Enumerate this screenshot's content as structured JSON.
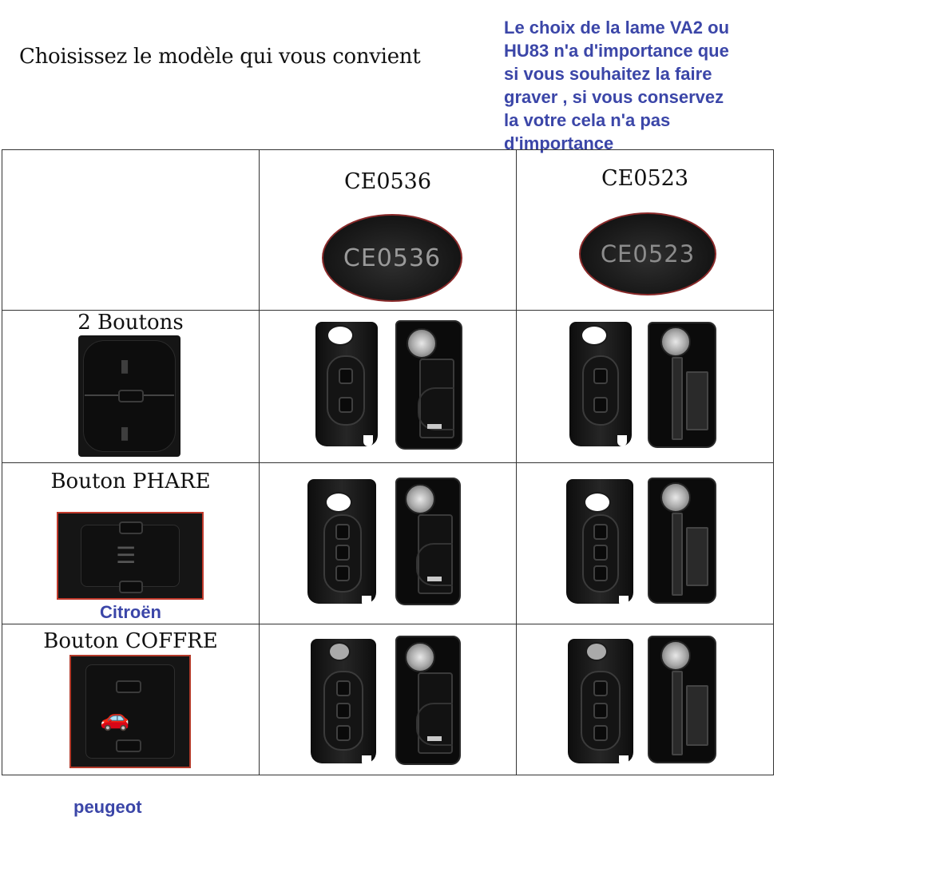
{
  "heading": "Choisissez le modèle qui vous convient",
  "note_lines": [
    "Le choix de la lame VA2 ou",
    "HU83 n'a d'importance que",
    "si vous souhaitez la faire",
    "graver , si vous conservez",
    "la votre cela n'a pas",
    "d'importance"
  ],
  "models": [
    {
      "title": "CE0536",
      "badge_text": "CE0536"
    },
    {
      "title": "CE0523",
      "badge_text": "CE0523"
    }
  ],
  "rows": [
    {
      "label": "2 Boutons"
    },
    {
      "label": "Bouton PHARE",
      "brand": "Citroën"
    },
    {
      "label": "Bouton COFFRE"
    }
  ],
  "footer_brand": "peugeot",
  "icons": {
    "lock": "lock-icon",
    "unlock": "unlock-icon",
    "headlight": "headlight-icon",
    "trunk": "car-trunk-icon"
  },
  "colors": {
    "note_text": "#3b46a8",
    "brand_text": "#3b46a8",
    "swatch_border": "#c0392b"
  }
}
